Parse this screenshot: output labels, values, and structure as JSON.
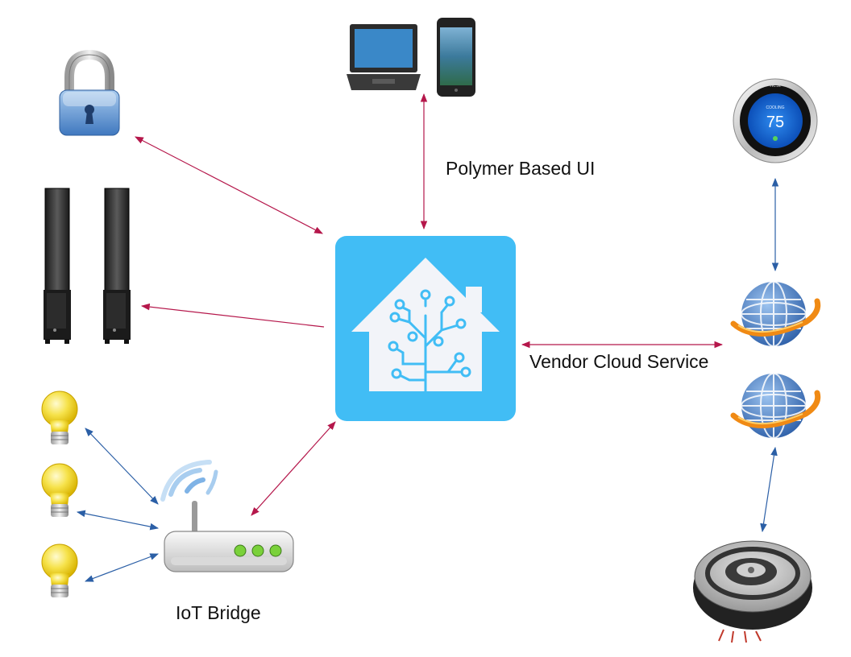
{
  "labels": {
    "ui": "Polymer Based UI",
    "cloud": "Vendor Cloud Service",
    "bridge": "IoT Bridge"
  },
  "thermostat": {
    "temperature": "75",
    "mode": "COOLING",
    "brand": "nest"
  },
  "colors": {
    "hub_arrow": "#b5174b",
    "device_arrow": "#2b5fa6",
    "hub_bg": "#41bdf5"
  }
}
